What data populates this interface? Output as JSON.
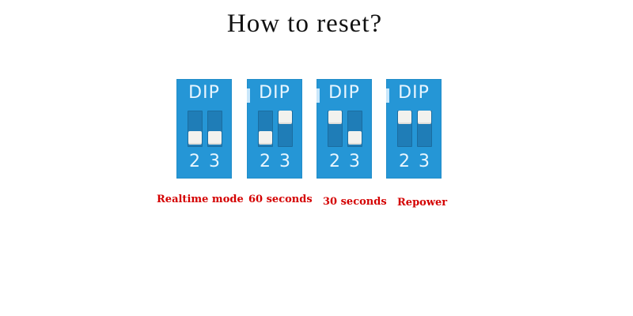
{
  "title": "How to reset?",
  "colors": {
    "panel_blue": "#2596d6",
    "caption_red": "#d40000",
    "switch_knob": "#f2f2ee"
  },
  "switches": [
    {
      "brand": "DIP",
      "pin_labels": [
        "2",
        "3"
      ],
      "positions": [
        "down",
        "down"
      ],
      "caption": "Realtime mode"
    },
    {
      "brand": "DIP",
      "pin_labels": [
        "2",
        "3"
      ],
      "positions": [
        "down",
        "up"
      ],
      "caption": "60 seconds"
    },
    {
      "brand": "DIP",
      "pin_labels": [
        "2",
        "3"
      ],
      "positions": [
        "up",
        "down"
      ],
      "caption": "30 seconds"
    },
    {
      "brand": "DIP",
      "pin_labels": [
        "2",
        "3"
      ],
      "positions": [
        "up",
        "up"
      ],
      "caption": "Repower"
    }
  ]
}
